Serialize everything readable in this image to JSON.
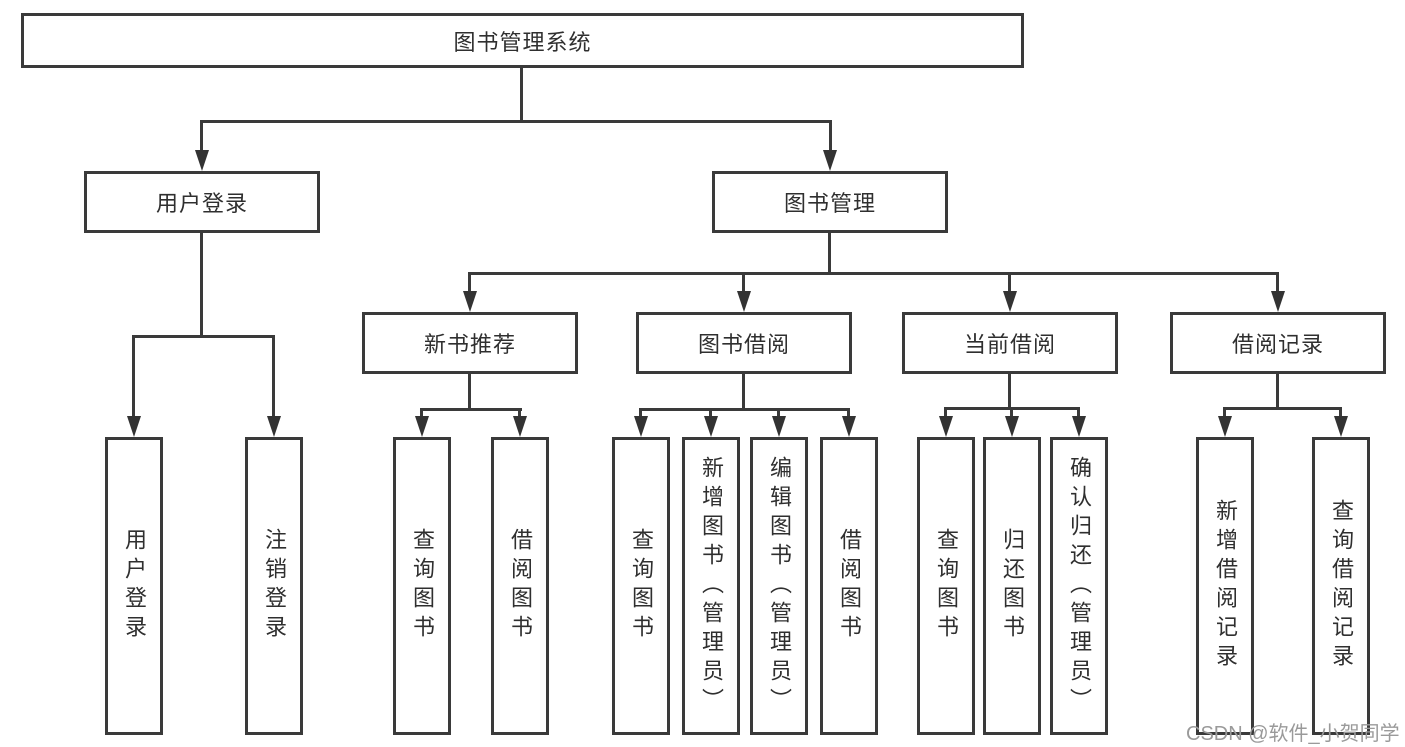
{
  "diagram": {
    "type": "hierarchy-tree",
    "orientation": "top-down"
  },
  "colors": {
    "background": "#ffffff",
    "line": "#3a3a3a",
    "text": "#2f2f2f",
    "watermark": "#9a9a9a"
  },
  "tree": {
    "root": {
      "label": "图书管理系统"
    },
    "branches": [
      {
        "label": "用户登录",
        "children": [
          {
            "label": "用户登录"
          },
          {
            "label": "注销登录"
          }
        ]
      },
      {
        "label": "图书管理",
        "children": [
          {
            "label": "新书推荐",
            "children": [
              {
                "label": "查询图书"
              },
              {
                "label": "借阅图书"
              }
            ]
          },
          {
            "label": "图书借阅",
            "children": [
              {
                "label": "查询图书"
              },
              {
                "label": "新增图书（管理员）"
              },
              {
                "label": "编辑图书（管理员）"
              },
              {
                "label": "借阅图书"
              }
            ]
          },
          {
            "label": "当前借阅",
            "children": [
              {
                "label": "查询图书"
              },
              {
                "label": "归还图书"
              },
              {
                "label": "确认归还（管理员）"
              }
            ]
          },
          {
            "label": "借阅记录",
            "children": [
              {
                "label": "新增借阅记录"
              },
              {
                "label": "查询借阅记录"
              }
            ]
          }
        ]
      }
    ]
  },
  "watermark": {
    "text": "CSDN @软件_小贺同学"
  }
}
